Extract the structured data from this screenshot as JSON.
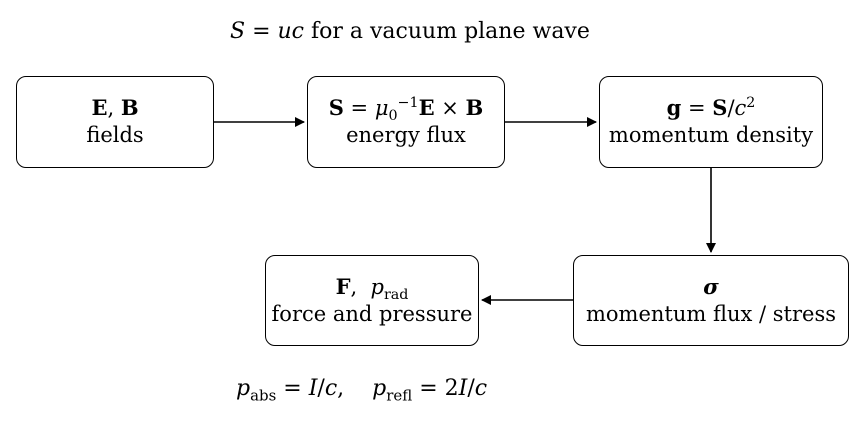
{
  "captions": {
    "top": "S = uc for a vacuum plane wave",
    "top_text": "for a vacuum plane wave",
    "bottom": "p_abs = I/c,  p_refl = 2I/c"
  },
  "nodes": [
    {
      "id": "fields",
      "math": "E, B",
      "label": "fields"
    },
    {
      "id": "flux",
      "math": "S = μ0^−1 E × B",
      "label": "energy flux"
    },
    {
      "id": "momentum",
      "math": "g = S/c^2",
      "label": "momentum density"
    },
    {
      "id": "stress",
      "math": "σ",
      "label": "momentum flux / stress"
    },
    {
      "id": "force",
      "math": "F, p_rad",
      "label": "force and pressure"
    }
  ],
  "edges": [
    {
      "from": "fields",
      "to": "flux"
    },
    {
      "from": "flux",
      "to": "momentum"
    },
    {
      "from": "momentum",
      "to": "stress"
    },
    {
      "from": "stress",
      "to": "force"
    }
  ]
}
